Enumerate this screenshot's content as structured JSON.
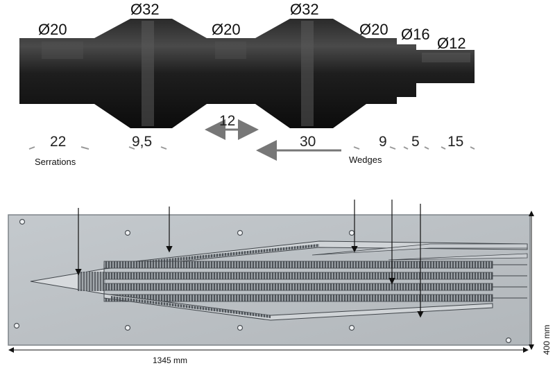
{
  "shaft": {
    "diameters": [
      "Ø20",
      "Ø32",
      "Ø20",
      "Ø32",
      "Ø20",
      "Ø16",
      "Ø12"
    ],
    "lengths": [
      "22",
      "9,5",
      "12",
      "30",
      "9",
      "5",
      "15"
    ],
    "label_serrations": "Serrations",
    "label_wedges": "Wedges"
  },
  "plate": {
    "width_label": "1345 mm",
    "height_label": "400 mm"
  },
  "colors": {
    "shaft_dark": "#1a1a1a",
    "plate_fill": "#b9bec2",
    "plate_edge": "#7d8388"
  }
}
